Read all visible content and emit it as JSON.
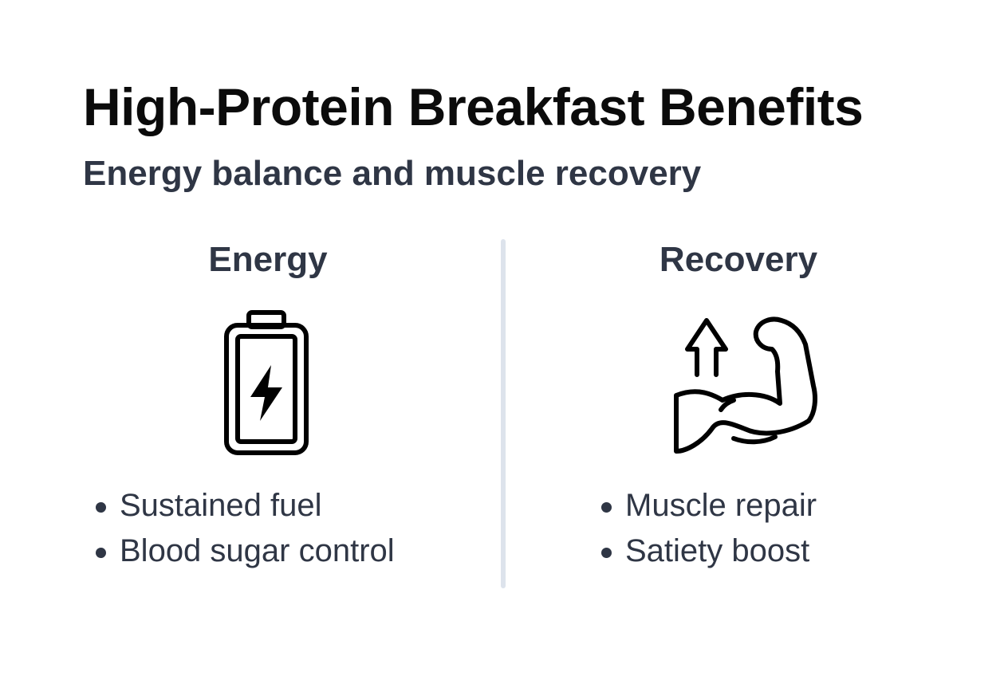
{
  "title": "High-Protein Breakfast Benefits",
  "subtitle": "Energy balance and muscle recovery",
  "colors": {
    "title": "#0b0b0b",
    "text": "#2f3645",
    "divider": "#dde3ec",
    "icon_stroke": "#000000"
  },
  "columns": [
    {
      "heading": "Energy",
      "icon": "battery-charging-icon",
      "bullets": [
        "Sustained fuel",
        "Blood sugar control"
      ]
    },
    {
      "heading": "Recovery",
      "icon": "flexed-bicep-arrow-up-icon",
      "bullets": [
        "Muscle repair",
        "Satiety boost"
      ]
    }
  ]
}
